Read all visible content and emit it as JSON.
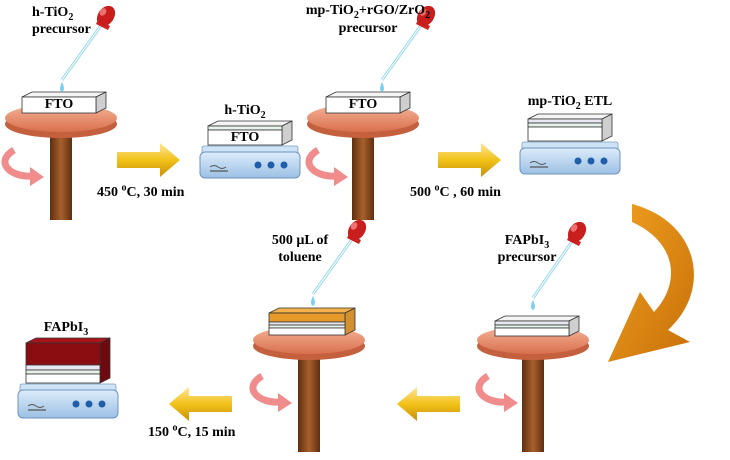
{
  "steps": {
    "s1": {
      "line1": "h-TiO",
      "sub1": "2",
      "line2": "precursor",
      "substrate": "FTO"
    },
    "s2": {
      "title": "h-TiO",
      "sub": "2",
      "substrate": "FTO",
      "condition": "450 ",
      "cond_sup": "o",
      "cond_rest": "C, 30 min"
    },
    "s3": {
      "line1a": "mp-TiO",
      "sub_a": "2",
      "line1b": "+rGO/ZrO",
      "sub_b": "2",
      "line2": "precursor",
      "substrate": "FTO"
    },
    "s4": {
      "title": "mp-TiO",
      "sub": "2",
      "title_rest": " ETL",
      "condition": "500 ",
      "cond_sup": "o",
      "cond_rest": "C , 60 min"
    },
    "s5": {
      "line1": "FAPbI",
      "sub1": "3",
      "line2": "precursor"
    },
    "s6": {
      "line1": "500 µL of",
      "line2": "toluene"
    },
    "s7": {
      "title": "FAPbI",
      "sub": "3",
      "condition": "150 ",
      "cond_sup": "o",
      "cond_rest": "C, 15 min"
    }
  },
  "colors": {
    "spin_plate": "#e98c6c",
    "spin_shaft": "#8b4a1e",
    "hotplate": "#bcd7f0",
    "arrow_gold": "#f2c218",
    "big_arrow": "#e08b12",
    "perovskite": "#8b0d12",
    "rotation_arrow": "#f08c8c",
    "dropper_bulb": "#c81e1e",
    "droplet": "#7fd0ee"
  }
}
